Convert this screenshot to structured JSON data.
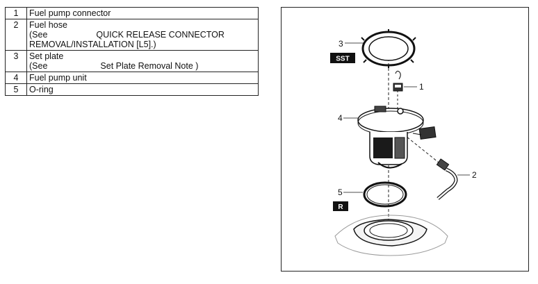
{
  "parts_table": [
    {
      "num": "1",
      "lines": [
        "Fuel pump connector"
      ]
    },
    {
      "num": "2",
      "lines": [
        "Fuel hose"
      ],
      "see": "(See",
      "see_ref": "QUICK RELEASE CONNECTOR",
      "see_ref2": "REMOVAL/INSTALLATION [L5].)"
    },
    {
      "num": "3",
      "lines": [
        "Set plate"
      ],
      "see": "(See",
      "see_ref": "Set Plate Removal Note )"
    },
    {
      "num": "4",
      "lines": [
        "Fuel pump unit"
      ]
    },
    {
      "num": "5",
      "lines": [
        "O-ring"
      ]
    }
  ],
  "diagram": {
    "callouts": {
      "c1": "1",
      "c2": "2",
      "c3": "3",
      "c4": "4",
      "c5": "5"
    },
    "badges": {
      "sst": "SST",
      "r": "R"
    }
  }
}
